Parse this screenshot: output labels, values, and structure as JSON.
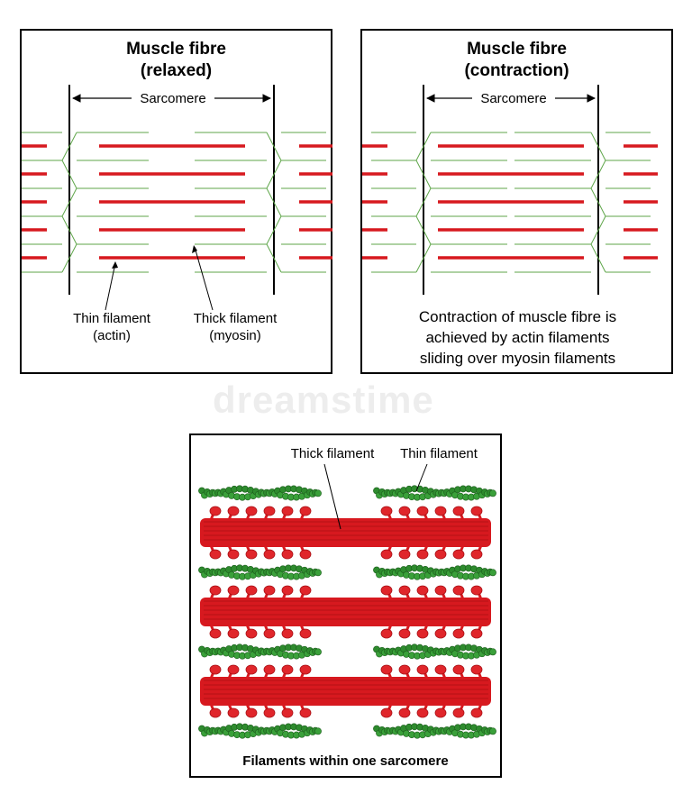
{
  "panel_relaxed": {
    "title_line1": "Muscle fibre",
    "title_line2": "(relaxed)",
    "sarcomere_label": "Sarcomere",
    "thin_label_line1": "Thin filament",
    "thin_label_line2": "(actin)",
    "thick_label_line1": "Thick filament",
    "thick_label_line2": "(myosin)"
  },
  "panel_contraction": {
    "title_line1": "Muscle fibre",
    "title_line2": "(contraction)",
    "sarcomere_label": "Sarcomere",
    "caption_line1": "Contraction of muscle fibre is",
    "caption_line2": "achieved by actin filaments",
    "caption_line3": "sliding over myosin filaments"
  },
  "panel_detail": {
    "thick_label": "Thick filament",
    "thin_label": "Thin filament",
    "caption": "Filaments within one sarcomere"
  },
  "watermark": "dreamstime",
  "colors": {
    "thick_filament": "#d7191f",
    "thin_filament": "#5fa64a",
    "actin_bead": "#2e8b2e",
    "border": "#000000"
  }
}
